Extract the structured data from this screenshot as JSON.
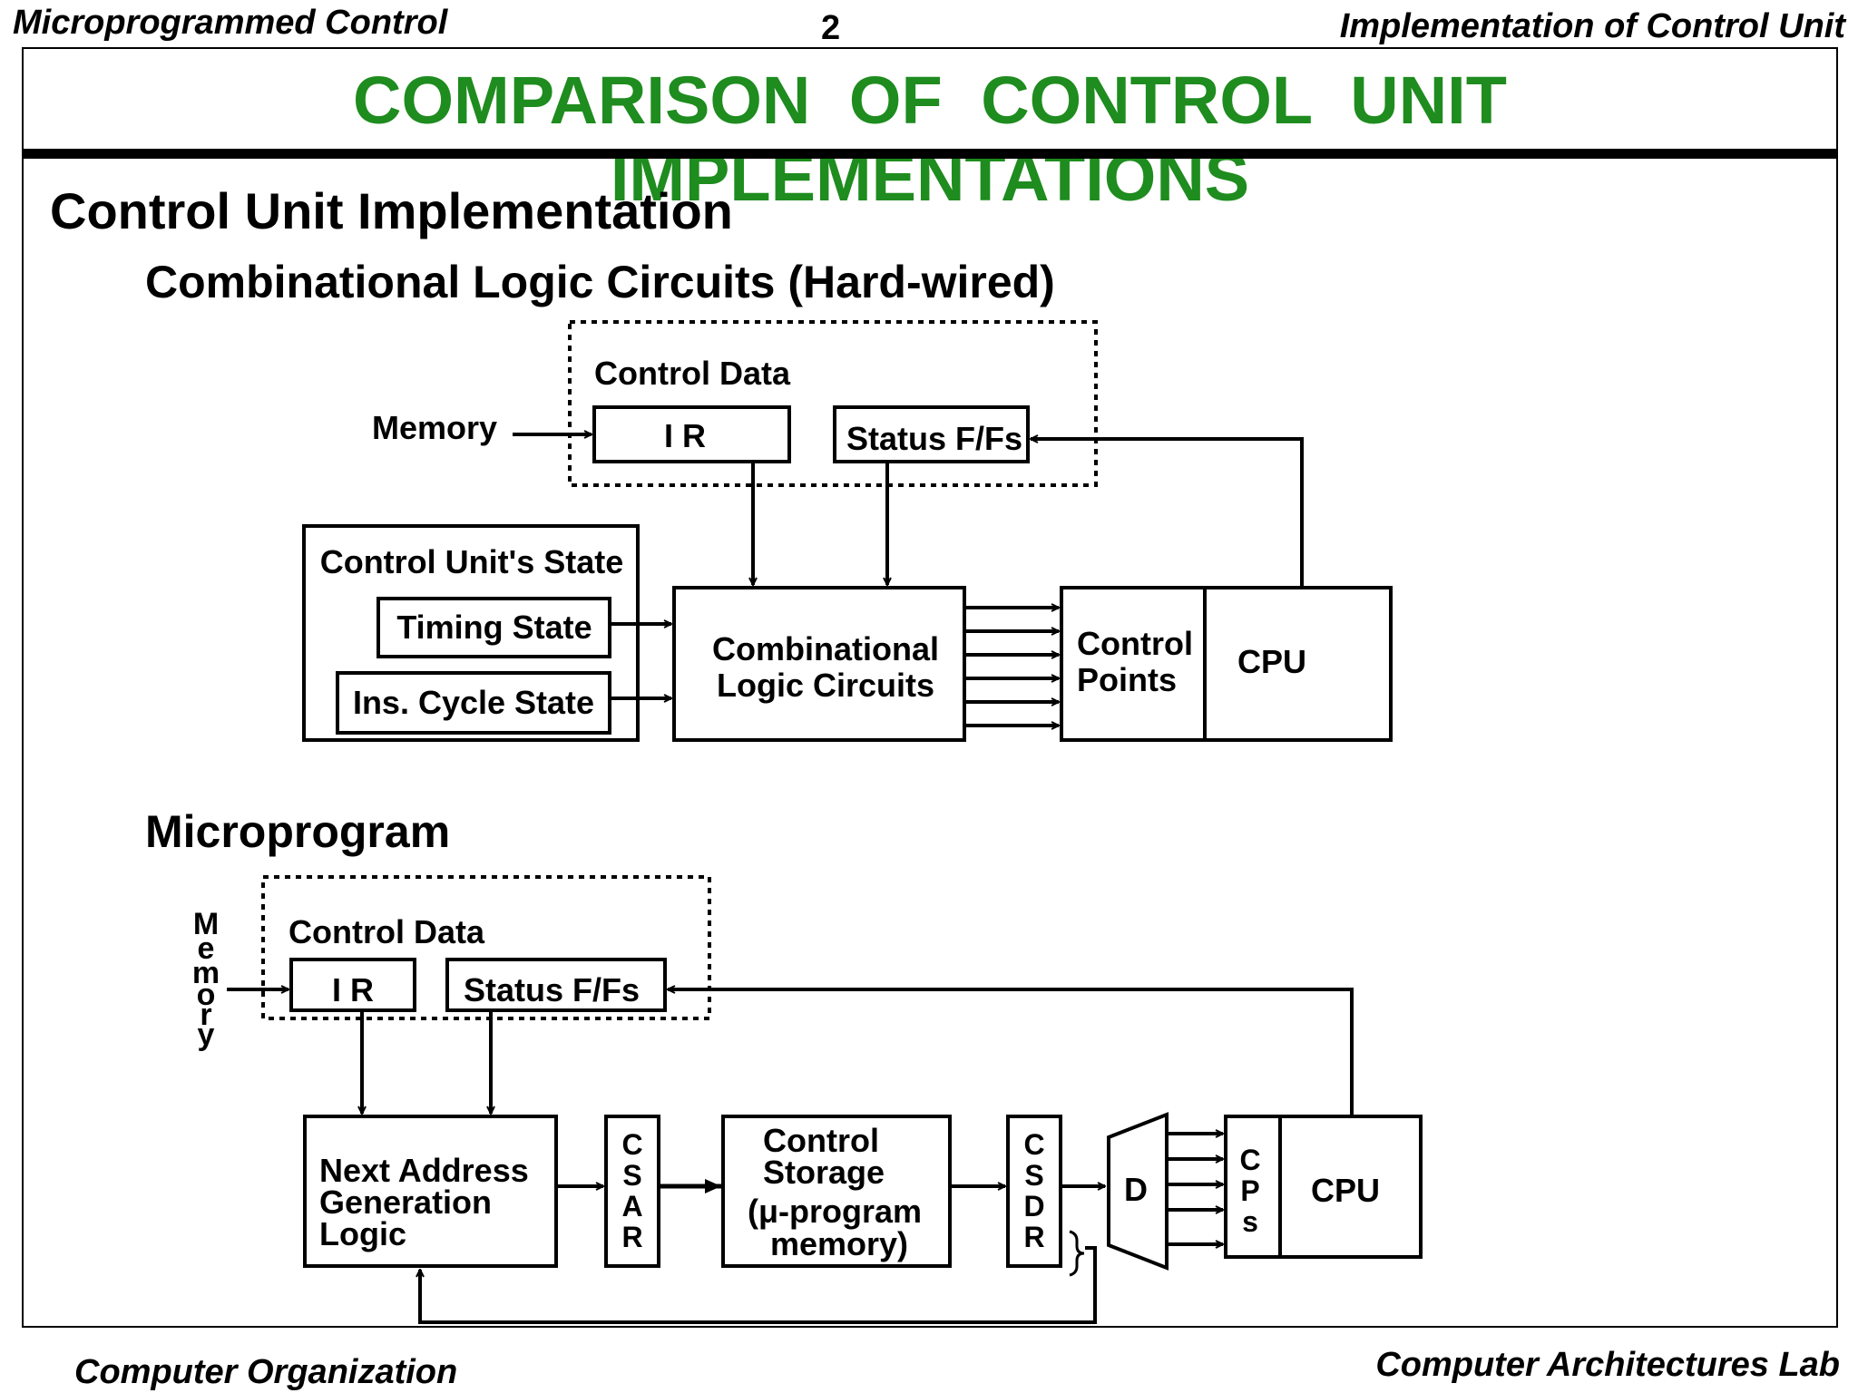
{
  "header": {
    "left": "Microprogrammed Control",
    "page_number": "2",
    "right": "Implementation of Control Unit"
  },
  "title": "COMPARISON OF CONTROL UNIT IMPLEMENTATIONS",
  "section_title": "Control Unit Implementation",
  "hardwired": {
    "heading": "Combinational Logic Circuits (Hard-wired)",
    "control_data_label": "Control Data",
    "memory_label": "Memory",
    "ir_label": "I R",
    "status_label": "Status F/Fs",
    "state_label": "Control Unit's State",
    "timing_label": "Timing State",
    "ins_cycle_label": "Ins. Cycle State",
    "logic_line1": "Combinational",
    "logic_line2": "Logic Circuits",
    "cp_line1": "Control",
    "cp_line2": "Points",
    "cpu_label": "CPU"
  },
  "microprogram": {
    "heading": "Microprogram",
    "control_data_label": "Control Data",
    "memory_letters": [
      "M",
      "e",
      "m",
      "o",
      "r",
      "y"
    ],
    "ir_label": "I R",
    "status_label": "Status F/Fs",
    "nagl_line1": "Next Address",
    "nagl_line2": "Generation",
    "nagl_line3": "Logic",
    "csar_letters": [
      "C",
      "S",
      "A",
      "R"
    ],
    "cs_line1": "Control",
    "cs_line2": "Storage",
    "cs_line3": "(μ-program",
    "cs_line4": "memory)",
    "csdr_letters": [
      "C",
      "S",
      "D",
      "R"
    ],
    "decoder_label": "D",
    "cps_letters": [
      "C",
      "P",
      "s"
    ],
    "cpu_label": "CPU"
  },
  "footer": {
    "left": "Computer Organization",
    "right": "Computer Architectures Lab"
  },
  "colors": {
    "title": "#1e8c1e",
    "ink": "#000000"
  }
}
